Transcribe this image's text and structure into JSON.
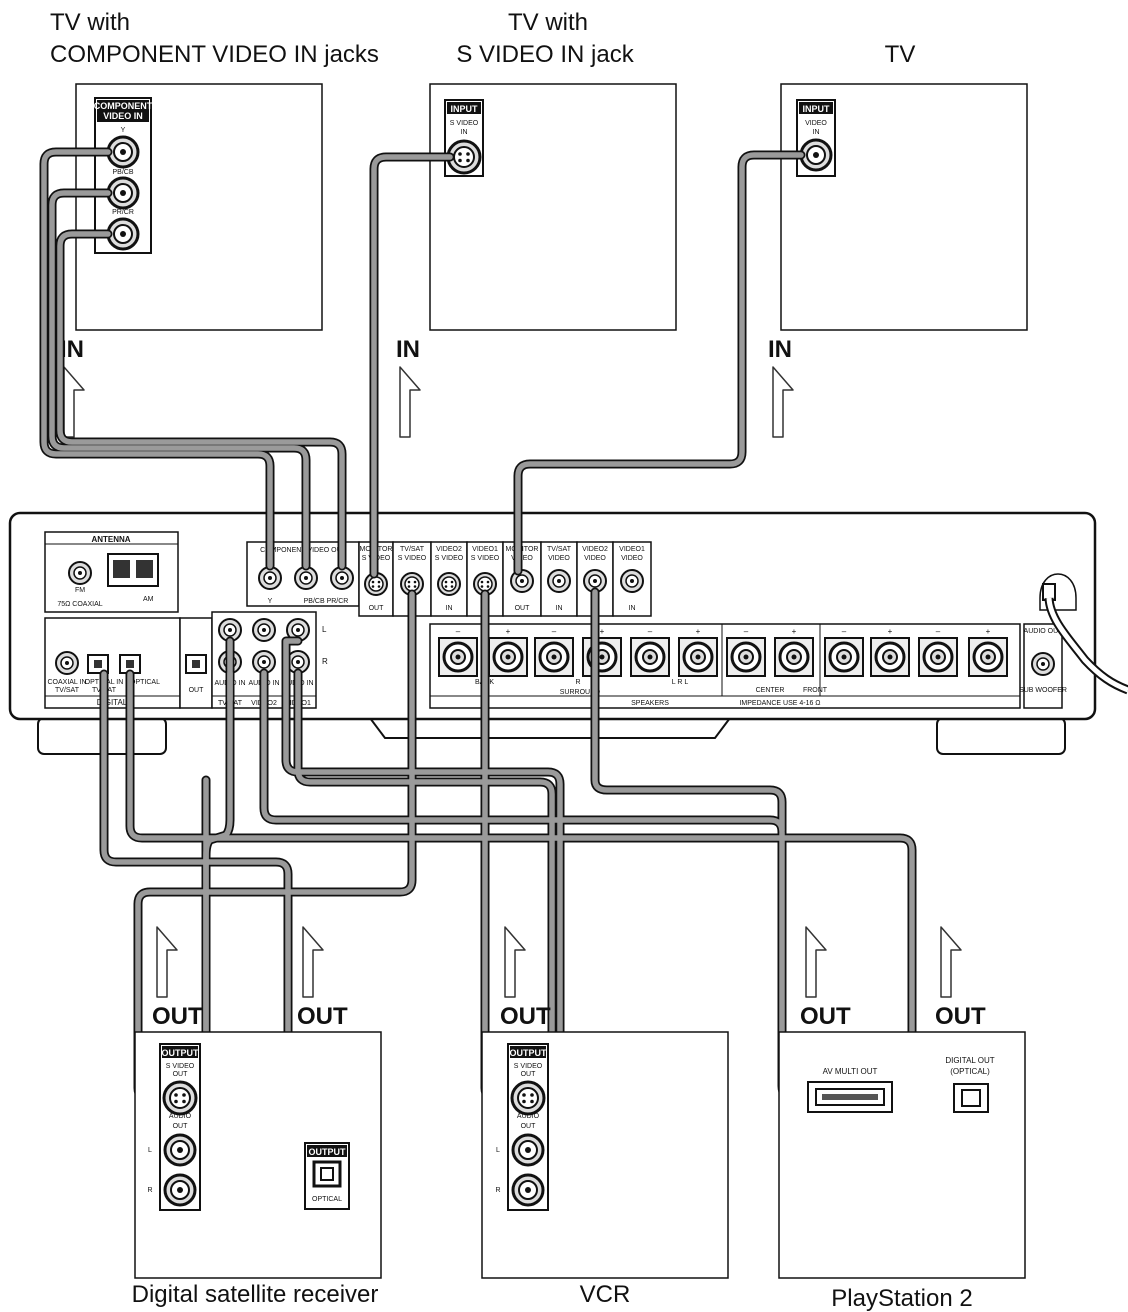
{
  "tv_component": {
    "title_line1": "TV with",
    "title_line2": "COMPONENT VIDEO IN jacks",
    "panel_title_1": "COMPONENT",
    "panel_title_2": "VIDEO IN",
    "jack_y": "Y",
    "jack_pb": "PB/CB",
    "jack_pr": "PR/CR"
  },
  "tv_svideo": {
    "title_line1": "TV with",
    "title_line2": "S VIDEO IN jack",
    "panel_tag": "INPUT",
    "jack_label_1": "S VIDEO",
    "jack_label_2": "IN"
  },
  "tv_plain": {
    "title": "TV",
    "panel_tag": "INPUT",
    "jack_label_1": "VIDEO",
    "jack_label_2": "IN"
  },
  "flow": {
    "in": "IN",
    "out": "OUT"
  },
  "receiver": {
    "antenna": "ANTENNA",
    "fm": "FM",
    "am": "AM",
    "fm_coaxial": "75Ω COAXIAL",
    "component_out": "COMPONENT VIDEO OUT",
    "monitor": "MONITOR",
    "monitor_svideo": "S VIDEO",
    "monitor_out": "OUT",
    "tvsat": "TV/SAT",
    "video2": "VIDEO2",
    "video1": "VIDEO1",
    "svideo": "S VIDEO",
    "video": "VIDEO",
    "in": "IN",
    "channel_l": "L",
    "channel_r": "R",
    "coaxial_in": "COAXIAL IN",
    "coaxial_sub": "TV/SAT",
    "optical_in": "OPTICAL IN",
    "optical_sub": "TV/SAT",
    "optical": "OPTICAL",
    "digital": "DIGITAL",
    "out": "OUT",
    "audio_in": "AUDIO IN",
    "group_tvsat": "TV/SAT",
    "group_video2": "VIDEO2",
    "group_video1": "VIDEO1",
    "back": "BACK",
    "surround": "SURROUND",
    "front": "FRONT",
    "center": "CENTER",
    "speakers": "SPEAKERS",
    "impedance": "IMPEDANCE USE 4-16 Ω",
    "audio_out": "AUDIO OUT",
    "subwoofer": "SUB WOOFER"
  },
  "satellite": {
    "name": "Digital satellite receiver",
    "tag": "OUTPUT",
    "svideo_out": "S VIDEO OUT",
    "audio_out": "AUDIO OUT",
    "ch_l": "L",
    "ch_r": "R",
    "optical_tag": "OUTPUT",
    "optical": "OPTICAL"
  },
  "vcr": {
    "name": "VCR",
    "tag": "OUTPUT",
    "svideo_out": "S VIDEO OUT",
    "audio_out": "AUDIO OUT",
    "ch_l": "L",
    "ch_r": "R"
  },
  "ps2": {
    "name": "PlayStation 2",
    "av_multi_out": "AV MULTI OUT",
    "digital_out_1": "DIGITAL OUT",
    "digital_out_2": "(OPTICAL)"
  }
}
